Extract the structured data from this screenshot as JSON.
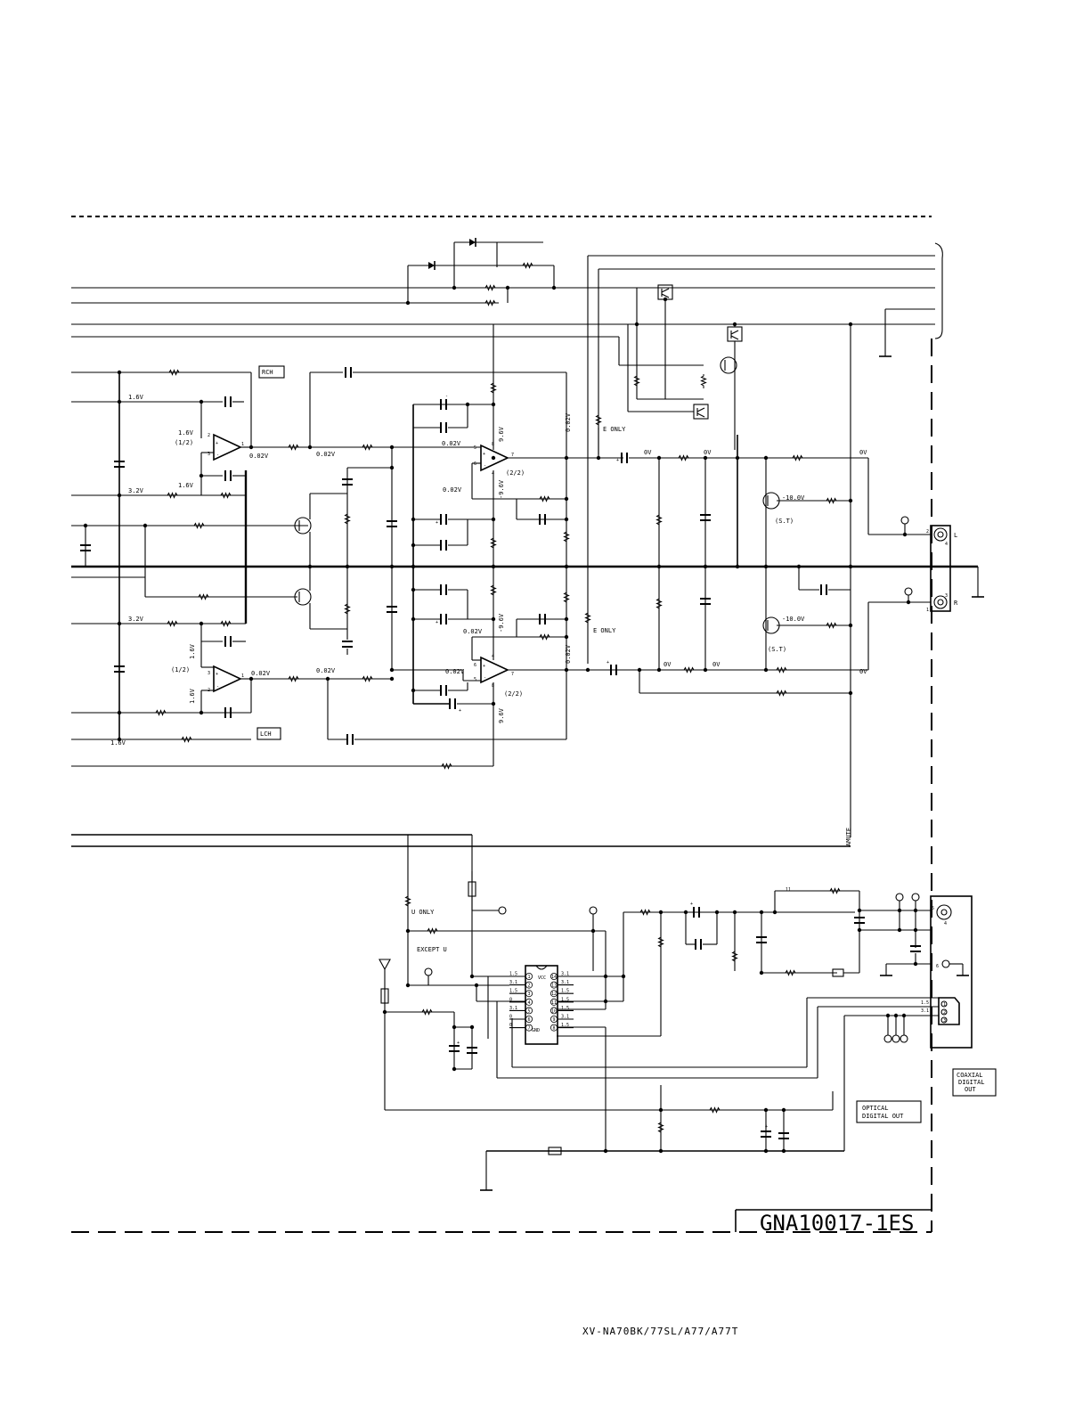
{
  "labels": {
    "rch": "RCH",
    "lch": "LCH",
    "e_only_1": "E ONLY",
    "e_only_2": "E ONLY",
    "u_only": "U ONLY",
    "except_u": "EXCEPT U",
    "amute": "AMUTE",
    "vcc": "VCC",
    "gnd": "GND",
    "half_1": "(1/2)",
    "half_2": "(1/2)",
    "twohalf_1": "(2/2)",
    "twohalf_2": "(2/2)",
    "st_1": "(S.T)",
    "st_2": "(S.T)",
    "jack_l": "L",
    "jack_r": "R"
  },
  "voltages": {
    "v1_6a": "1.6V",
    "v1_6b": "1.6V",
    "v1_6c": "1.6V",
    "v1_6d": "1.6V",
    "v1_6e": "1.6V",
    "v1_6f": "1.6V",
    "v3_2a": "3.2V",
    "v3_2b": "3.2V",
    "v002a": "0.02V",
    "v002b": "0.02V",
    "v002c": "0.02V",
    "v002d": "0.02V",
    "v002e": "0.02V",
    "v002f": "0.02V",
    "v002g": "0.02V",
    "v002h": "0.02V",
    "v002i": "0.02V",
    "v002j": "0.02V",
    "v96a": "9.6V",
    "v96b": "-9.6V",
    "v96c": "-9.6V",
    "v96d": "9.6V",
    "v0a": "0V",
    "v0b": "0V",
    "v0c": "0V",
    "v0d": "0V",
    "v0e": "0V",
    "v0f": "0V",
    "vneg10a": "-10.0V",
    "vneg10b": "-10.0V"
  },
  "ic_pins": {
    "left": [
      {
        "n": "1",
        "v": "1.5"
      },
      {
        "n": "2",
        "v": "3.1"
      },
      {
        "n": "3",
        "v": "1.5"
      },
      {
        "n": "4",
        "v": "0"
      },
      {
        "n": "5",
        "v": "3.1"
      },
      {
        "n": "6",
        "v": "0"
      },
      {
        "n": "7",
        "v": "0"
      }
    ],
    "right": [
      {
        "n": "14",
        "v": "3.1"
      },
      {
        "n": "13",
        "v": "3.1"
      },
      {
        "n": "12",
        "v": "1.5"
      },
      {
        "n": "11",
        "v": "1.5"
      },
      {
        "n": "10",
        "v": "1.5"
      },
      {
        "n": "9",
        "v": "3.1"
      },
      {
        "n": "8",
        "v": "1.5"
      }
    ]
  },
  "optical_pins": {
    "p1": "1.5",
    "p2": "3.1"
  },
  "boxes": {
    "coaxial": [
      "COAXIAL",
      "DIGITAL",
      "OUT"
    ],
    "optical": [
      "OPTICAL",
      "DIGITAL OUT"
    ]
  },
  "drawing_code": "GNA10017-1ES",
  "model": "XV-NA70BK/77SL/A77/A77T"
}
